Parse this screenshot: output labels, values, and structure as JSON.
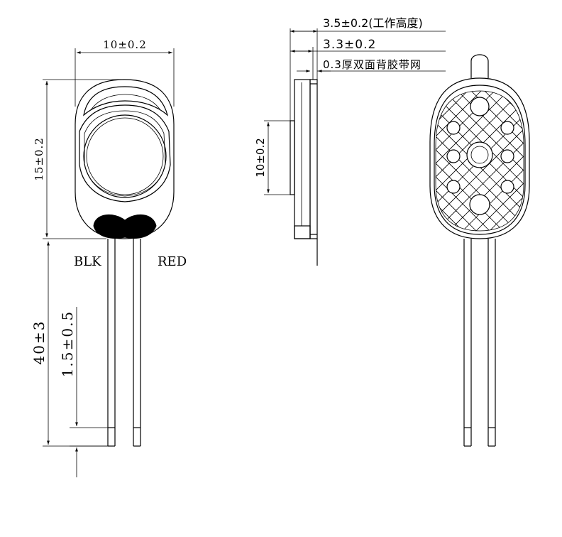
{
  "front_view": {
    "width_dim": "10±0.2",
    "height_dim": "15±0.2",
    "wire_black_label": "BLK",
    "wire_red_label": "RED",
    "lead_length_dim": "40±3",
    "strip_length_dim": "1.5±0.5"
  },
  "side_view": {
    "total_height_dim": "3.5±0.2(工作高度)",
    "body_height_dim": "3.3±0.2",
    "tape_dim": "0.3厚双面背胶带网",
    "cone_dim": "10±0.2"
  },
  "colors": {
    "line": "#000000",
    "background": "#ffffff"
  }
}
